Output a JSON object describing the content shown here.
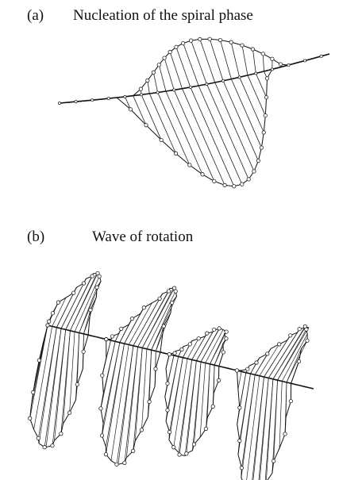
{
  "panel_a": {
    "label": "(a)",
    "title": "Nucleation of the spiral phase"
  },
  "panel_b": {
    "label": "(b)",
    "title": "Wave of rotation"
  }
}
